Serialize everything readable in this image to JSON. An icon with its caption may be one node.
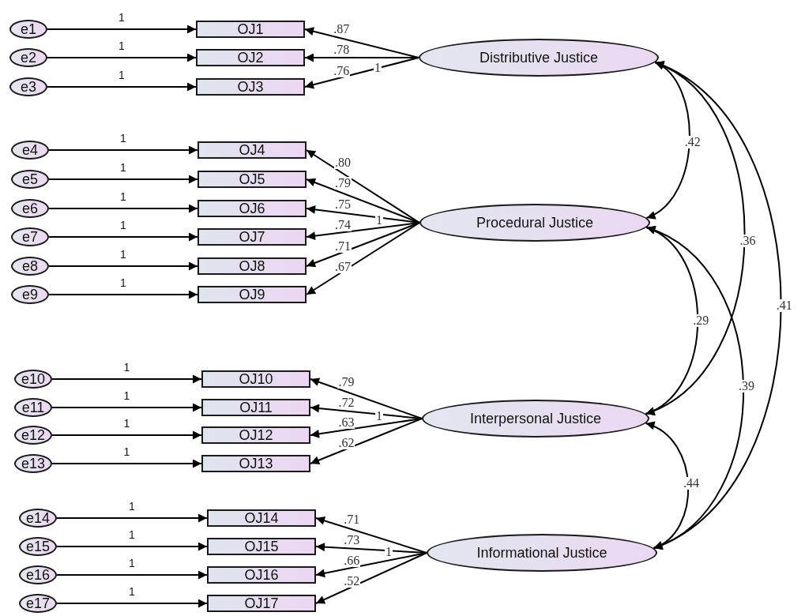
{
  "diagram": {
    "nodes": [
      {
        "text": [
          "e1"
        ]
      },
      {
        "text": [
          "e2"
        ]
      },
      {
        "text": [
          "e3"
        ]
      },
      {
        "text": [
          "e4"
        ]
      },
      {
        "text": [
          "e5"
        ]
      },
      {
        "text": [
          "e6"
        ]
      },
      {
        "text": [
          "e7"
        ]
      },
      {
        "text": [
          "e8"
        ]
      },
      {
        "text": [
          "e9"
        ]
      },
      {
        "text": [
          "e10"
        ]
      },
      {
        "text": [
          "e11"
        ]
      },
      {
        "text": [
          "e12"
        ]
      },
      {
        "text": [
          "e13"
        ]
      },
      {
        "text": [
          "e14"
        ]
      },
      {
        "text": [
          "e15"
        ]
      },
      {
        "text": [
          "e16"
        ]
      },
      {
        "text": [
          "e17"
        ]
      },
      {
        "text": [
          "OJ1"
        ]
      },
      {
        "text": [
          "OJ2"
        ]
      },
      {
        "text": [
          "OJ3"
        ]
      },
      {
        "text": [
          "OJ4"
        ]
      },
      {
        "text": [
          "OJ5"
        ]
      },
      {
        "text": [
          "OJ6"
        ]
      },
      {
        "text": [
          "OJ7"
        ]
      },
      {
        "text": [
          "OJ8"
        ]
      },
      {
        "text": [
          "OJ9"
        ]
      },
      {
        "text": [
          "OJ10"
        ]
      },
      {
        "text": [
          "OJ11"
        ]
      },
      {
        "text": [
          "OJ12"
        ]
      },
      {
        "text": [
          "OJ13"
        ]
      },
      {
        "text": [
          "OJ14"
        ]
      },
      {
        "text": [
          "OJ15"
        ]
      },
      {
        "text": [
          "OJ16"
        ]
      },
      {
        "text": [
          "OJ17"
        ]
      },
      {
        "text": [
          "Distributive Justice"
        ]
      },
      {
        "text": [
          "Procedural Justice"
        ]
      },
      {
        "text": [
          "Interpersonal Justice"
        ]
      },
      {
        "text": [
          "Informational Justice"
        ]
      }
    ],
    "edges": [
      {
        "from": 0,
        "to": 17,
        "arrow": "to",
        "label": "1"
      },
      {
        "from": 1,
        "to": 18,
        "arrow": "to",
        "label": "1"
      },
      {
        "from": 2,
        "to": 19,
        "arrow": "to",
        "label": "1"
      },
      {
        "from": 3,
        "to": 20,
        "arrow": "to",
        "label": "1"
      },
      {
        "from": 4,
        "to": 21,
        "arrow": "to",
        "label": "1"
      },
      {
        "from": 5,
        "to": 22,
        "arrow": "to",
        "label": "1"
      },
      {
        "from": 6,
        "to": 23,
        "arrow": "to",
        "label": "1"
      },
      {
        "from": 7,
        "to": 24,
        "arrow": "to",
        "label": "1"
      },
      {
        "from": 8,
        "to": 25,
        "arrow": "to",
        "label": "1"
      },
      {
        "from": 9,
        "to": 26,
        "arrow": "to",
        "label": "1"
      },
      {
        "from": 10,
        "to": 27,
        "arrow": "to",
        "label": "1"
      },
      {
        "from": 11,
        "to": 28,
        "arrow": "to",
        "label": "1"
      },
      {
        "from": 12,
        "to": 29,
        "arrow": "to",
        "label": "1"
      },
      {
        "from": 13,
        "to": 30,
        "arrow": "to",
        "label": "1"
      },
      {
        "from": 14,
        "to": 31,
        "arrow": "to",
        "label": "1"
      },
      {
        "from": 15,
        "to": 32,
        "arrow": "to",
        "label": "1"
      },
      {
        "from": 16,
        "to": 33,
        "arrow": "to",
        "label": "1"
      },
      {
        "from": 34,
        "to": 17,
        "arrow": "to",
        "label": ".87"
      },
      {
        "from": 34,
        "to": 18,
        "arrow": "to",
        "label": ".78"
      },
      {
        "from": 34,
        "to": 19,
        "arrow": "to",
        "label": ".76"
      },
      {
        "from": 35,
        "to": 20,
        "arrow": "to",
        "label": ".80"
      },
      {
        "from": 35,
        "to": 21,
        "arrow": "to",
        "label": ".79"
      },
      {
        "from": 35,
        "to": 22,
        "arrow": "to",
        "label": ".75"
      },
      {
        "from": 35,
        "to": 23,
        "arrow": "to",
        "label": ".74"
      },
      {
        "from": 35,
        "to": 24,
        "arrow": "to",
        "label": ".71"
      },
      {
        "from": 35,
        "to": 25,
        "arrow": "to",
        "label": ".67"
      },
      {
        "from": 36,
        "to": 26,
        "arrow": "to",
        "label": ".79"
      },
      {
        "from": 36,
        "to": 27,
        "arrow": "to",
        "label": ".72"
      },
      {
        "from": 36,
        "to": 28,
        "arrow": "to",
        "label": ".63"
      },
      {
        "from": 36,
        "to": 29,
        "arrow": "to",
        "label": ".62"
      },
      {
        "from": 37,
        "to": 30,
        "arrow": "to",
        "label": ".71"
      },
      {
        "from": 37,
        "to": 31,
        "arrow": "to",
        "label": ".73"
      },
      {
        "from": 37,
        "to": 32,
        "arrow": "to",
        "label": ".66"
      },
      {
        "from": 37,
        "to": 33,
        "arrow": "to",
        "label": ".52"
      },
      {
        "from": 34,
        "to": 35,
        "arrow": "both",
        "label": ".42"
      },
      {
        "from": 34,
        "to": 36,
        "arrow": "both",
        "label": ".36"
      },
      {
        "from": 34,
        "to": 37,
        "arrow": "both",
        "label": ".41"
      },
      {
        "from": 35,
        "to": 36,
        "arrow": "both",
        "label": ".29"
      },
      {
        "from": 35,
        "to": 37,
        "arrow": "both",
        "label": ".39"
      },
      {
        "from": 36,
        "to": 37,
        "arrow": "both",
        "label": ".44"
      }
    ],
    "labels": [
      "1",
      "1",
      "1",
      "1"
    ]
  }
}
